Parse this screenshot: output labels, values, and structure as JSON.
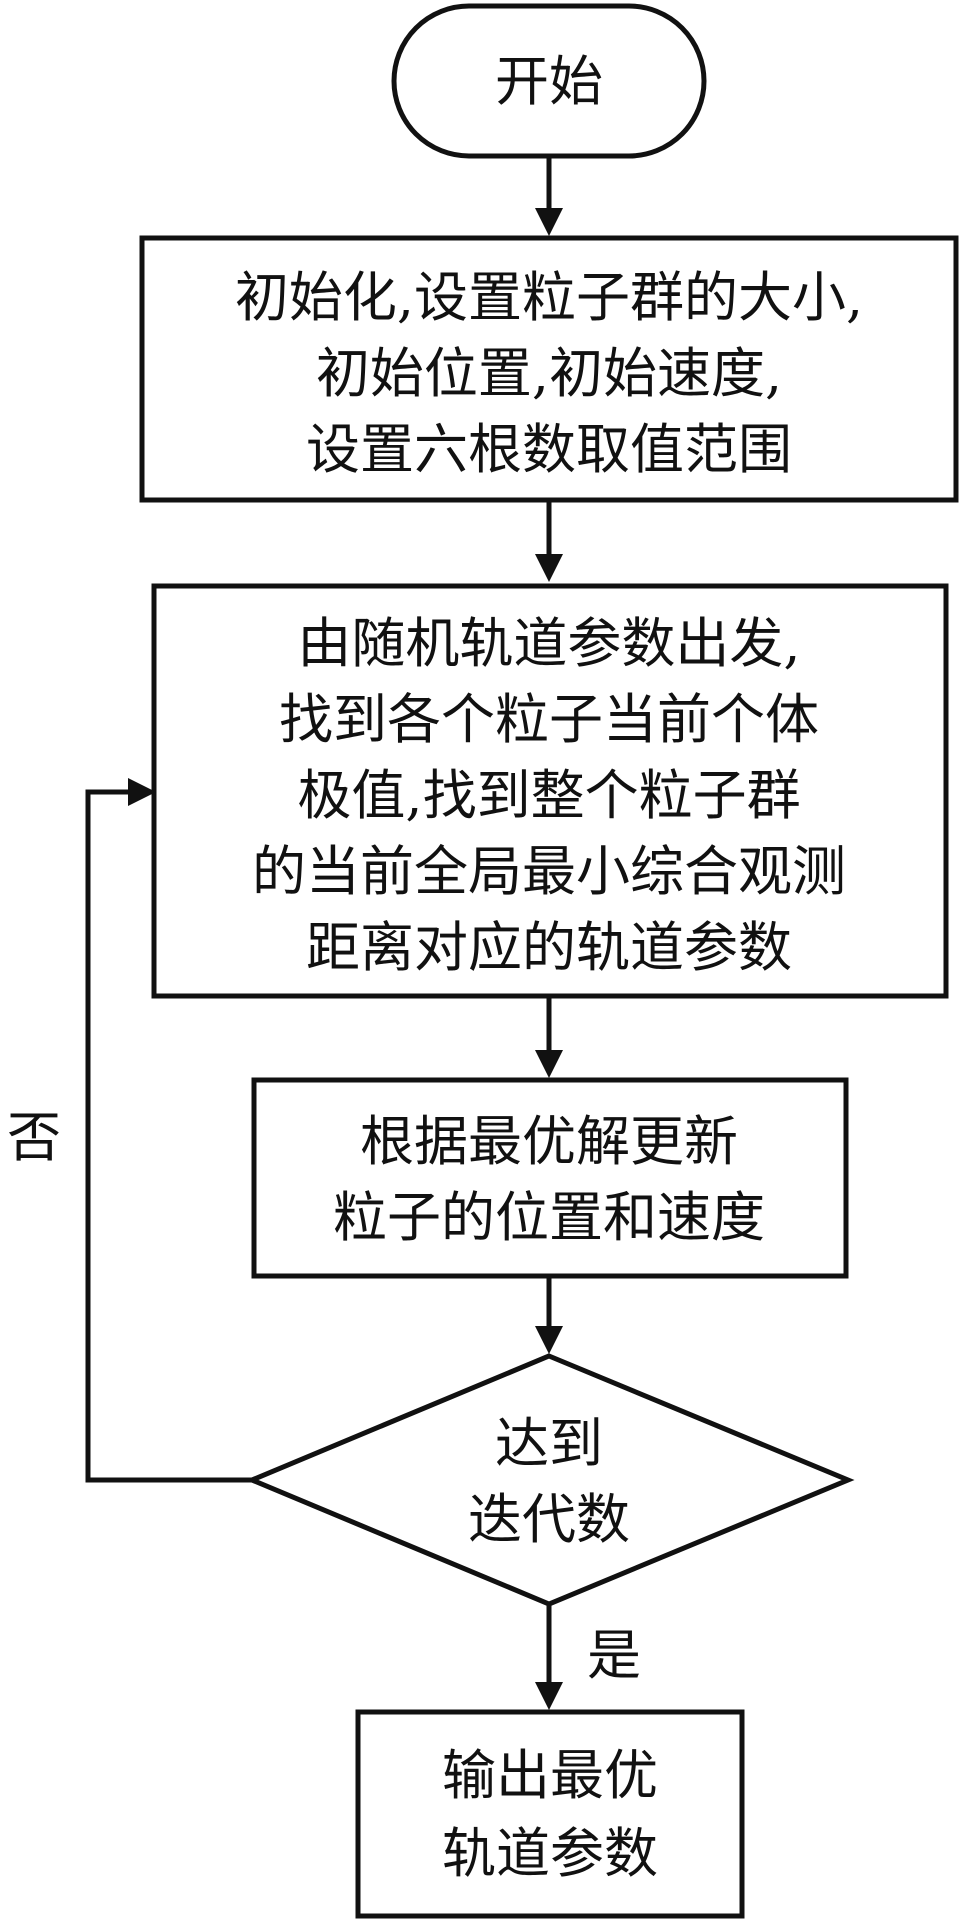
{
  "flowchart": {
    "start": {
      "text": "开始"
    },
    "init": {
      "lines": [
        "初始化,设置粒子群的大小,",
        "初始位置,初始速度,",
        "设置六根数取值范围"
      ]
    },
    "search": {
      "lines": [
        "由随机轨道参数出发,",
        "找到各个粒子当前个体",
        "极值,找到整个粒子群",
        "的当前全局最小综合观测",
        "距离对应的轨道参数"
      ]
    },
    "update": {
      "lines": [
        "根据最优解更新",
        "粒子的位置和速度"
      ]
    },
    "decision": {
      "lines": [
        "达到",
        "迭代数"
      ]
    },
    "output": {
      "lines": [
        "输出最优",
        "轨道参数"
      ]
    },
    "no_label": "否",
    "yes_label": "是"
  }
}
